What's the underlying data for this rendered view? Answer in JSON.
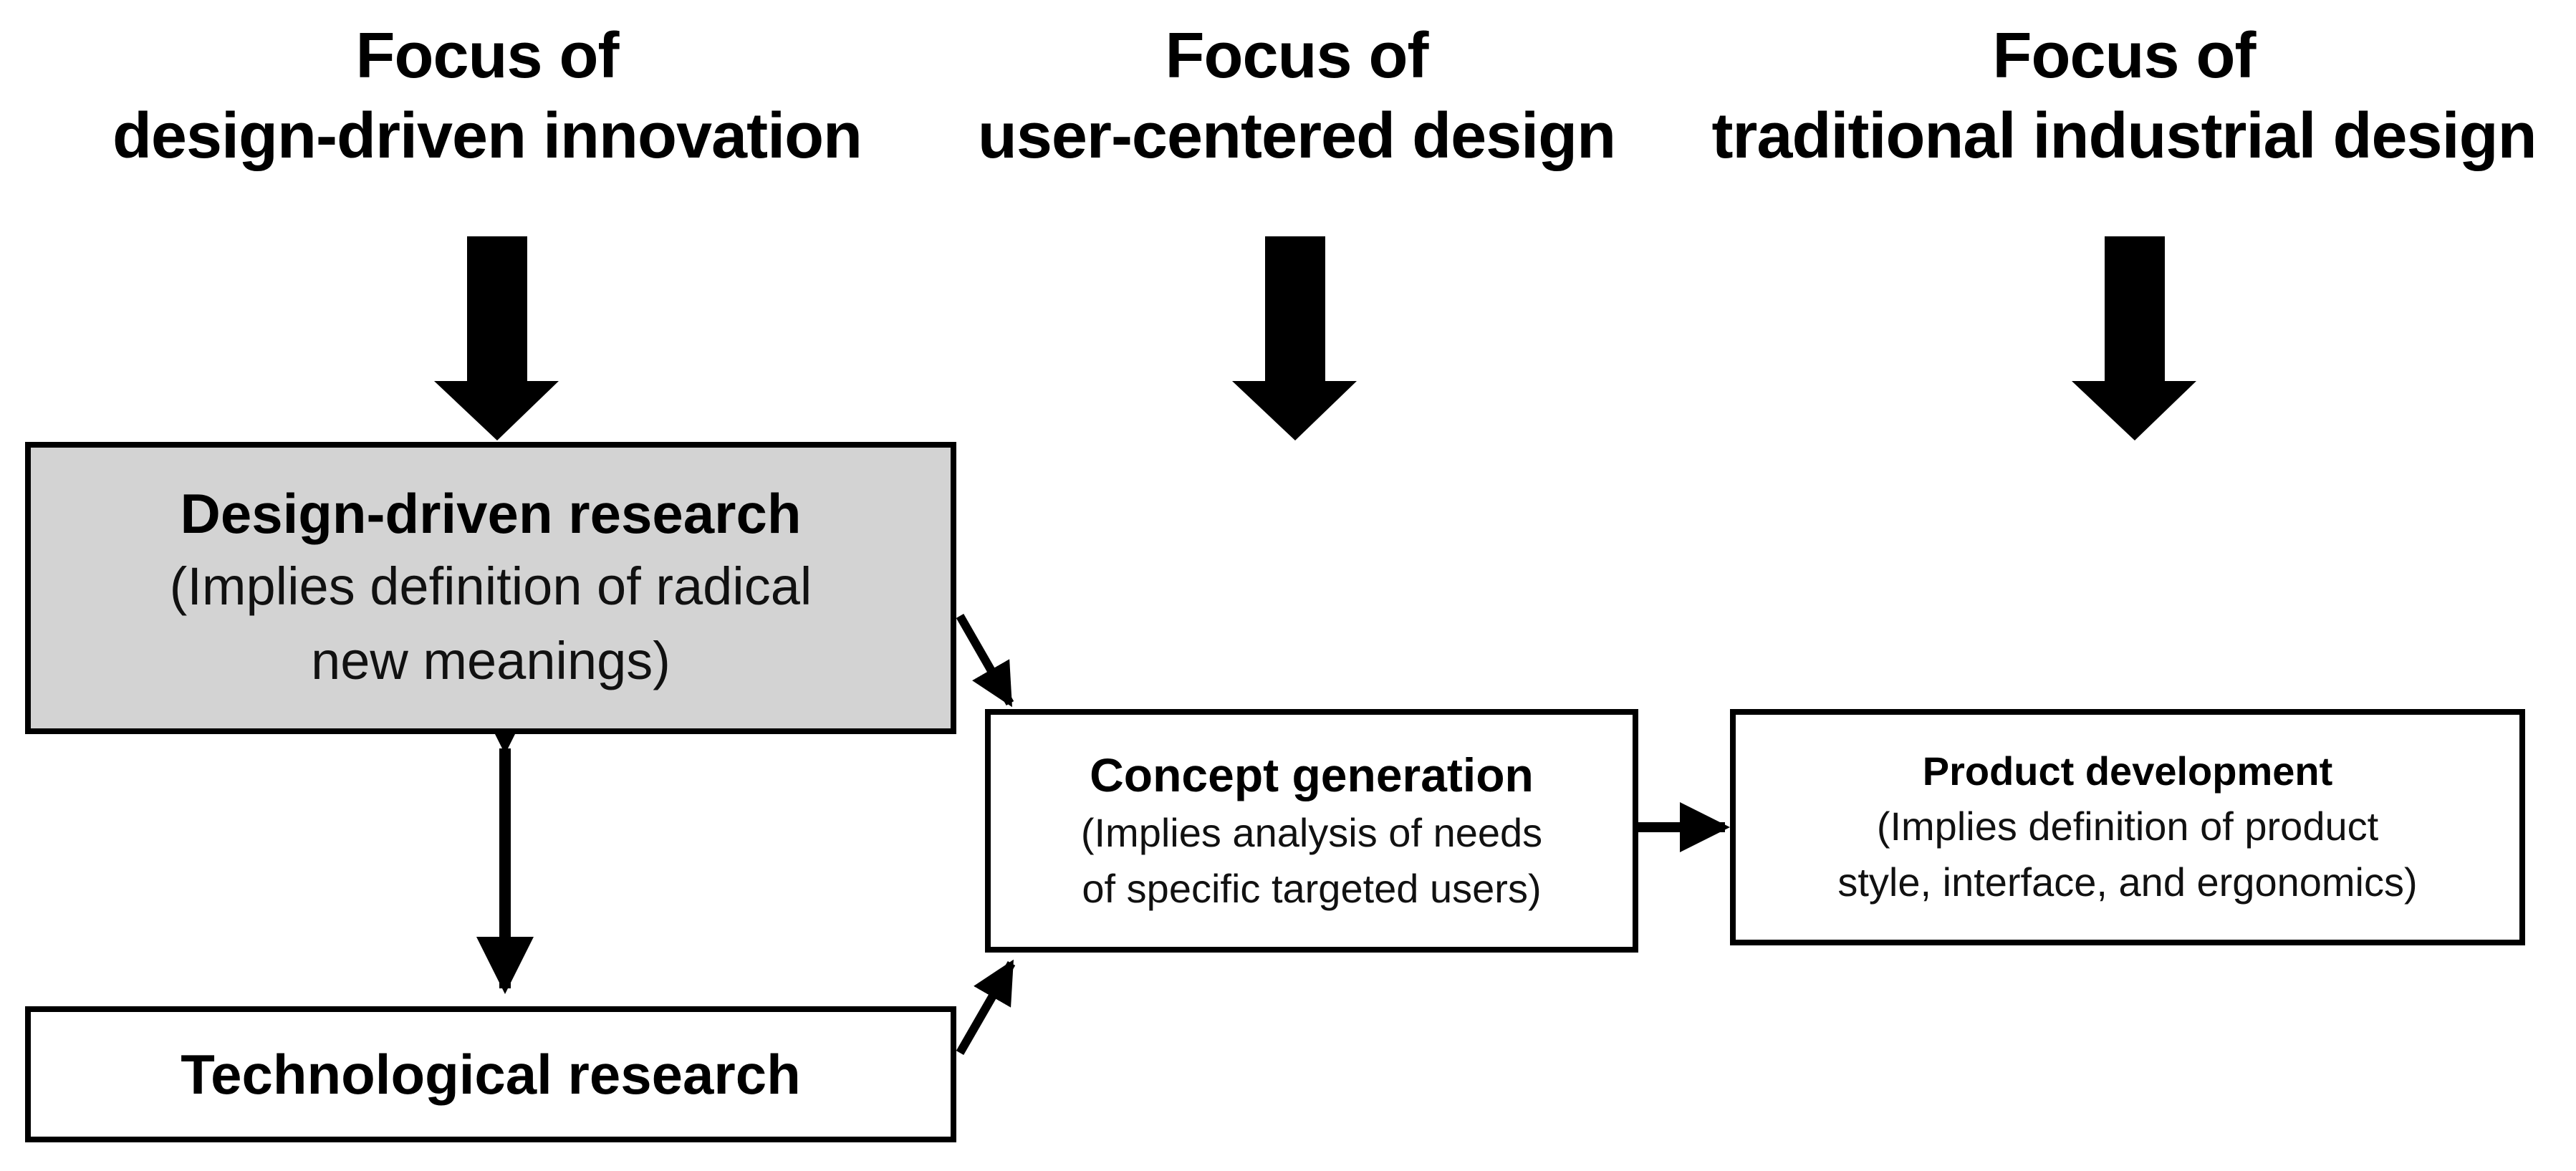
{
  "headings": {
    "ddi": {
      "line1": "Focus of",
      "line2": "design-driven innovation"
    },
    "ucd": {
      "line1": "Focus of",
      "line2": "user-centered design"
    },
    "tid": {
      "line1": "Focus of",
      "line2": "traditional industrial design"
    }
  },
  "boxes": {
    "design_driven_research": {
      "title": "Design-driven research",
      "desc_line1": "(Implies definition of radical",
      "desc_line2": "new meanings)",
      "fill": "#d3d3d3"
    },
    "technological_research": {
      "title": "Technological research"
    },
    "concept_generation": {
      "title": "Concept generation",
      "desc_line1": "(Implies analysis of needs",
      "desc_line2": "of specific targeted users)"
    },
    "product_development": {
      "title": "Product development",
      "desc_line1": "(Implies definition of product",
      "desc_line2": "style, interface, and ergonomics)"
    }
  },
  "colors": {
    "stroke": "#000000",
    "shaded_fill": "#d3d3d3",
    "background": "#ffffff"
  }
}
